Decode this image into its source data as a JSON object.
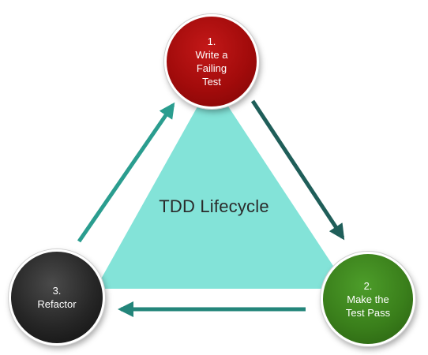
{
  "diagram": {
    "title": "TDD Lifecycle",
    "steps": [
      {
        "number": "1.",
        "lines": [
          "Write a",
          "Failing",
          "Test"
        ]
      },
      {
        "number": "2.",
        "lines": [
          "Make the",
          "Test Pass"
        ]
      },
      {
        "number": "3.",
        "lines": [
          "Refactor"
        ]
      }
    ]
  },
  "colors": {
    "triangle": "#83e3d8",
    "arrow_teal": "#2a9d8f",
    "arrow_dark": "#1f5e59",
    "arrow_bottom": "#23857a",
    "step1": "#a20b0b",
    "step2": "#3a7f1b",
    "step3": "#262626"
  },
  "icons": {
    "arrow_head": "triangle-arrowhead"
  }
}
